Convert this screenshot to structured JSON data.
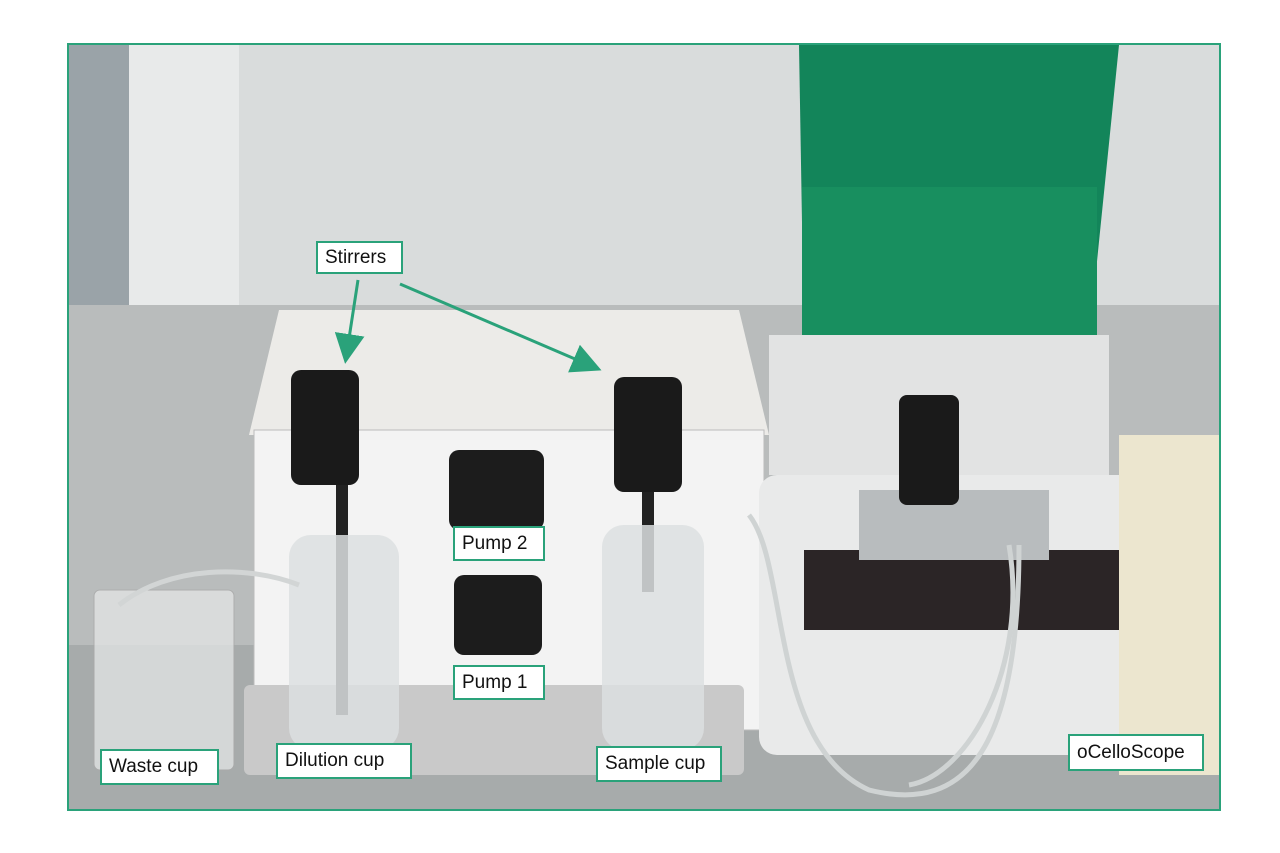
{
  "labels": {
    "stirrers": "Stirrers",
    "pump2": "Pump 2",
    "pump1": "Pump 1",
    "dilution_cup": "Dilution cup",
    "sample_cup": "Sample cup",
    "waste_cup": "Waste cup",
    "ocelloscope": "oCelloScope"
  },
  "colors": {
    "accent": "#2aa27a",
    "lid_green": "#13855a"
  }
}
